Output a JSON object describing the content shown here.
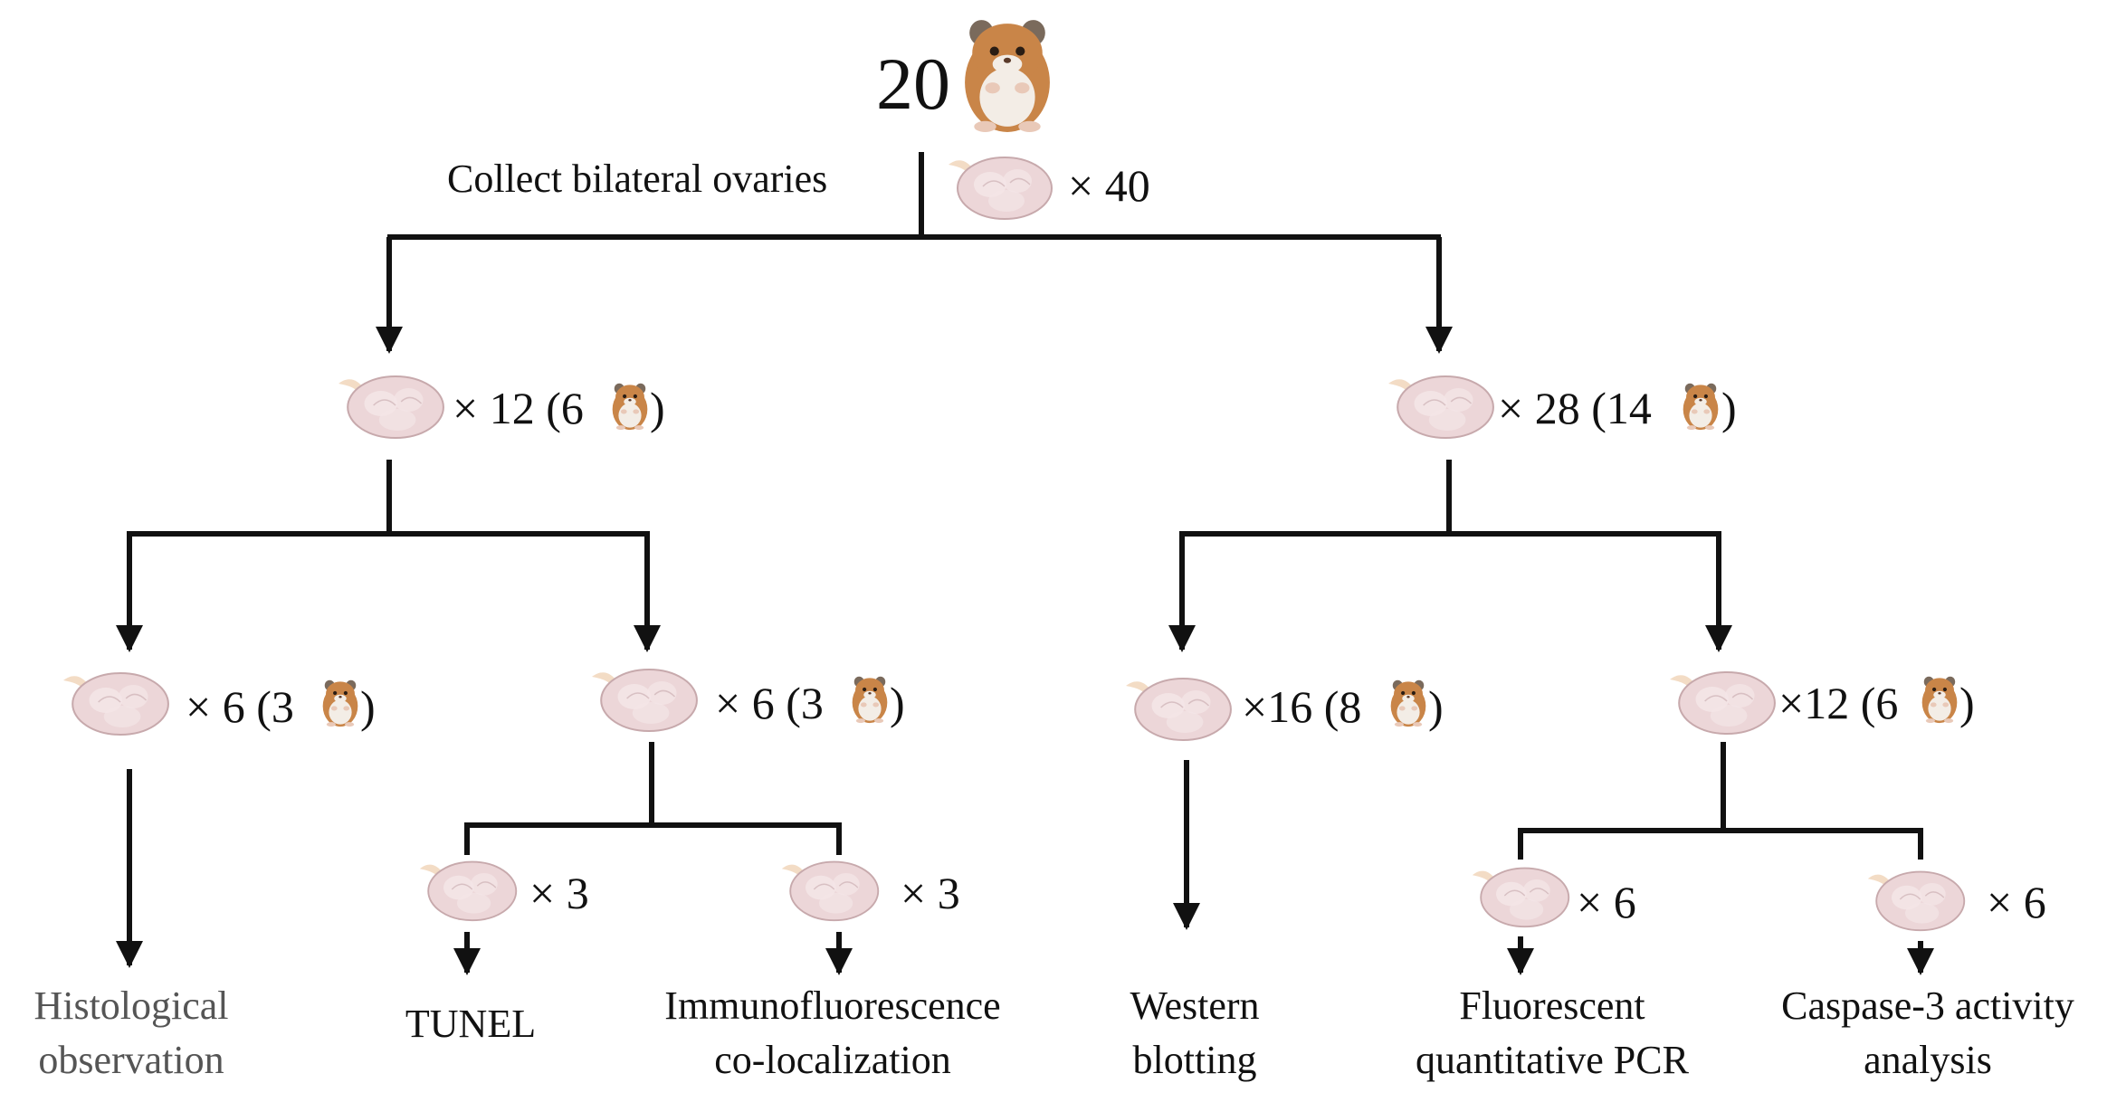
{
  "root": {
    "count": "20",
    "animal_icon": "hamster-icon"
  },
  "collect_label": "Collect bilateral ovaries",
  "total_ovaries": "× 40",
  "groups": {
    "left": {
      "count": "× 12 (6",
      "close": ")"
    },
    "right": {
      "count": "× 28 (14",
      "close": ")"
    }
  },
  "subgroups": {
    "histology": {
      "count": "× 6 (3",
      "close": ")"
    },
    "staining": {
      "count": "× 6 (3",
      "close": ")"
    },
    "western": {
      "count": "×16 (8",
      "close": ")"
    },
    "molecular": {
      "count": "×12 (6",
      "close": ")"
    }
  },
  "splits": {
    "tunel": {
      "count": "× 3"
    },
    "immuno": {
      "count": "× 3"
    },
    "pcr": {
      "count": "× 6"
    },
    "caspase": {
      "count": "× 6"
    }
  },
  "outcomes": {
    "histology": {
      "line1": "Histological",
      "line2": "observation"
    },
    "tunel": {
      "line1": "TUNEL"
    },
    "immuno": {
      "line1": "Immunofluorescence",
      "line2": "co-localization"
    },
    "western": {
      "line1": "Western",
      "line2": "blotting"
    },
    "pcr": {
      "line1": "Fluorescent",
      "line2": "quantitative PCR"
    },
    "caspase": {
      "line1": "Caspase-3 activity",
      "line2": "analysis"
    }
  },
  "colors": {
    "ovary_fill": "#ecd6d8",
    "ovary_stroke": "#c7a9ac",
    "ovary_lobe": "#f4e6e7",
    "ovary_tube": "#f3dcc5",
    "hamster_body": "#c98548",
    "hamster_belly": "#f3ede6",
    "line": "#111111",
    "outcome_grey": "#555555"
  },
  "icons": {
    "ovary": "ovary-icon",
    "hamster": "hamster-icon",
    "arrow": "arrow-down-icon"
  }
}
